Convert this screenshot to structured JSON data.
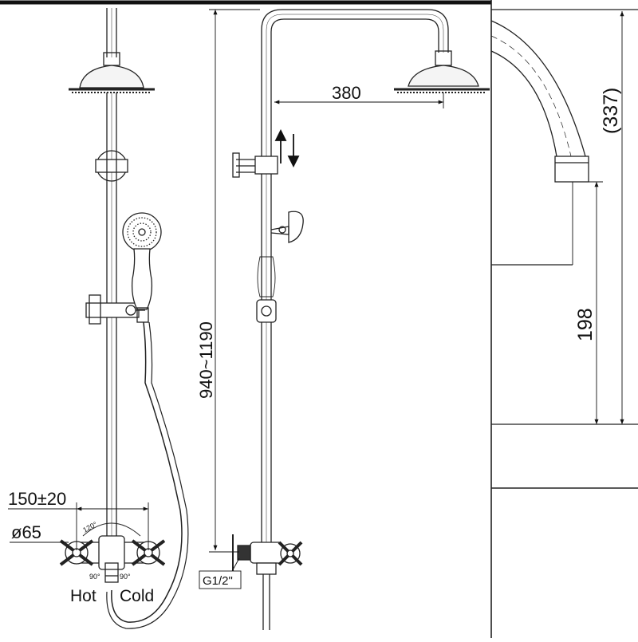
{
  "front_view": {
    "spacing_dim": "150±20",
    "handle_diameter": "ø65",
    "handle_angle": "120°",
    "angle_left": "90°",
    "angle_right": "90°",
    "hot_label": "Hot",
    "cold_label": "Cold"
  },
  "side_view": {
    "overhead_reach": "380",
    "height_range": "940~1190",
    "inlet_thread": "G1/2\""
  },
  "detail_view": {
    "arc_height": "(337)",
    "pipe_drop": "198"
  },
  "colors": {
    "line": "#1a1a1a",
    "background": "#ffffff"
  }
}
